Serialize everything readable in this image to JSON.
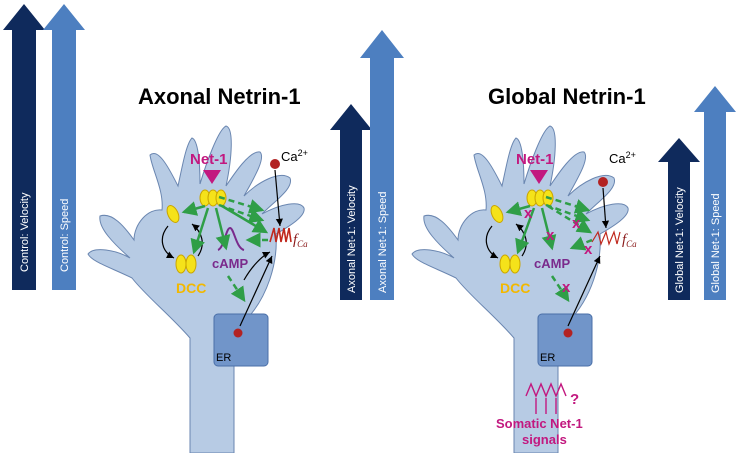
{
  "panels": {
    "axonal": {
      "title": "Axonal Netrin-1",
      "velocity_label": "Axonal Net-1: Velocity",
      "speed_label": "Axonal Net-1: Speed"
    },
    "global": {
      "title": "Global Netrin-1",
      "velocity_label": "Global Net-1: Velocity",
      "speed_label": "Global Net-1: Speed"
    }
  },
  "control": {
    "velocity_label": "Control: Velocity",
    "speed_label": "Control: Speed"
  },
  "labels": {
    "net1": "Net-1",
    "ca_base": "Ca",
    "ca_sup": "2+",
    "dcc": "DCC",
    "camp": "cAMP",
    "f": "f",
    "f_sub": "Ca",
    "er": "ER",
    "x_mark": "x",
    "question": "?",
    "somatic_line1": "Somatic Net-1",
    "somatic_line2": "signals"
  },
  "colors": {
    "cell": "#b7cbe4",
    "cell_outline": "#6a86b0",
    "er_fill": "#7195c9",
    "velocity_arrow": "#0f2a5c",
    "speed_arrow": "#4d7fc0",
    "net1": "#c2187f",
    "receptor": "#f5e21a",
    "pathway": "#2f9e47",
    "camp": "#7a2a8c",
    "ca_dot": "#b22222",
    "fca_wave": "#c0281d"
  }
}
